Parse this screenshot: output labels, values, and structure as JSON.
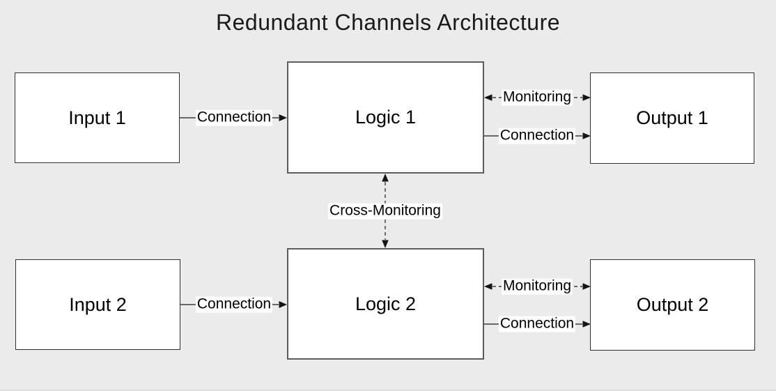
{
  "diagram": {
    "title": "Redundant Channels Architecture",
    "nodes": [
      {
        "id": "input1",
        "label": "Input 1",
        "type": "input"
      },
      {
        "id": "logic1",
        "label": "Logic 1",
        "type": "logic"
      },
      {
        "id": "output1",
        "label": "Output 1",
        "type": "output"
      },
      {
        "id": "input2",
        "label": "Input 2",
        "type": "input"
      },
      {
        "id": "logic2",
        "label": "Logic 2",
        "type": "logic"
      },
      {
        "id": "output2",
        "label": "Output 2",
        "type": "output"
      }
    ],
    "edges": [
      {
        "from": "input1",
        "to": "logic1",
        "label": "Connection",
        "style": "solid",
        "direction": "forward"
      },
      {
        "from": "logic1",
        "to": "output1",
        "label": "Monitoring",
        "style": "dashed",
        "direction": "both"
      },
      {
        "from": "logic1",
        "to": "output1",
        "label": "Connection",
        "style": "solid",
        "direction": "forward"
      },
      {
        "from": "logic1",
        "to": "logic2",
        "label": "Cross-Monitoring",
        "style": "dashed",
        "direction": "both"
      },
      {
        "from": "input2",
        "to": "logic2",
        "label": "Connection",
        "style": "solid",
        "direction": "forward"
      },
      {
        "from": "logic2",
        "to": "output2",
        "label": "Monitoring",
        "style": "dashed",
        "direction": "both"
      },
      {
        "from": "logic2",
        "to": "output2",
        "label": "Connection",
        "style": "solid",
        "direction": "forward"
      }
    ],
    "colors": {
      "background": "#ebebeb",
      "node_fill": "#ffffff",
      "node_border": "#2e2e2e",
      "logic_border": "#5c5c5c",
      "line": "#3d3d3d",
      "arrow": "#141414",
      "label_background": "#ffffff",
      "text": "#000000"
    }
  }
}
